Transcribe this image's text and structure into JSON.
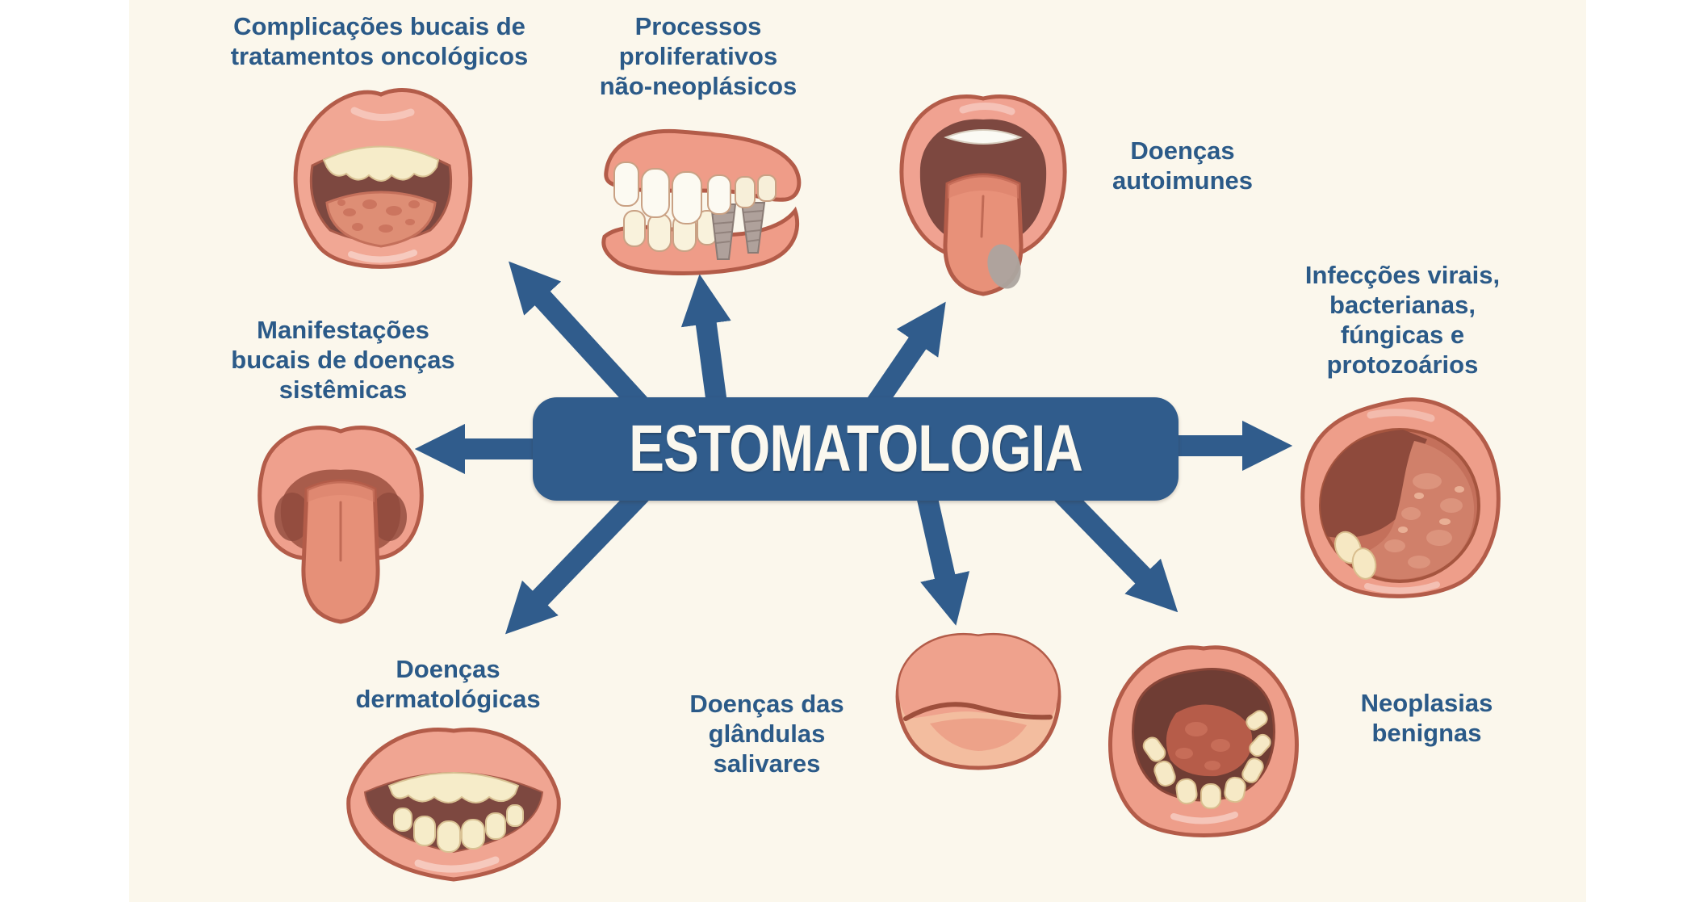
{
  "page": {
    "background": "#FFFFFF",
    "canvas_background": "#FBF7EC"
  },
  "center": {
    "title": "ESTOMATOLOGIA",
    "box_color": "#305C8C",
    "title_color": "#FBF8EF"
  },
  "theme": {
    "label_color": "#2B5A88",
    "arrow_color": "#305C8C",
    "lip_color": "#F0A491",
    "outline_color": "#B35C49",
    "mouth_interior_color": "#7D4840",
    "teeth_color": "#F6ECC9",
    "tongue_color": "#E69078"
  },
  "categories": [
    {
      "label": "Complicações bucais de\ntratamentos oncológicos",
      "icon": "open-mouth-spotted-tongue"
    },
    {
      "label": "Processos\nproliferativos\nnão-neoplásicos",
      "icon": "teeth-with-dental-implants"
    },
    {
      "label": "Doenças\nautoimunes",
      "icon": "protruding-tongue-with-lesion"
    },
    {
      "label": "Infecções virais,\nbacterianas,\nfúngicas e\nprotozoários",
      "icon": "oral-cavity-with-infection"
    },
    {
      "label": "Manifestações\nbucais de doenças\nsistêmicas",
      "icon": "protruding-tongue"
    },
    {
      "label": "Doenças\ndermatológicas",
      "icon": "open-mouth-with-teeth"
    },
    {
      "label": "Doenças das\nglândulas\nsalivares",
      "icon": "closed-lips"
    },
    {
      "label": "Neoplasias\nbenignas",
      "icon": "open-mouth-with-tumor"
    }
  ]
}
